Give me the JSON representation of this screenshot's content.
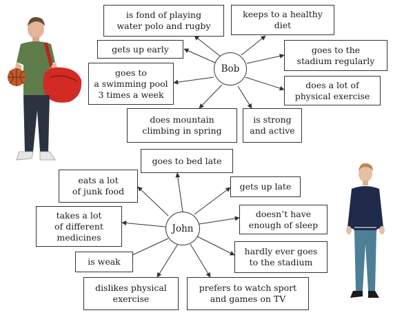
{
  "bob": {
    "name": "Bob",
    "facts": [
      "is fond of playing\nwater polo and rugby",
      "keeps to a healthy\ndiet",
      "gets up early",
      "goes to the\nstadium regularly",
      "goes to\na swimming pool\n3 times a week",
      "does a lot of\nphysical exercise",
      "does mountain\nclimbing in spring",
      "is strong\nand active"
    ]
  },
  "john": {
    "name": "John",
    "facts": [
      "goes to bed late",
      "eats a lot\nof junk food",
      "gets up late",
      "takes a lot\nof different\nmedicines",
      "doesn’t have\nenough of sleep",
      "is weak",
      "hardly ever goes\nto the stadium",
      "dislikes physical\nexercise",
      "prefers to watch sport\nand games on TV"
    ]
  },
  "illustrations": [
    {
      "name": "sporty-boy-with-ball-and-bag",
      "colors": {
        "shirt": "#5e7d4a",
        "bag": "#d22b24",
        "ball": "#c0592a",
        "jeans": "#2c3340"
      }
    },
    {
      "name": "boy-in-sweater",
      "colors": {
        "sweater": "#1f2a4a",
        "jeans": "#4d7f96"
      }
    }
  ]
}
